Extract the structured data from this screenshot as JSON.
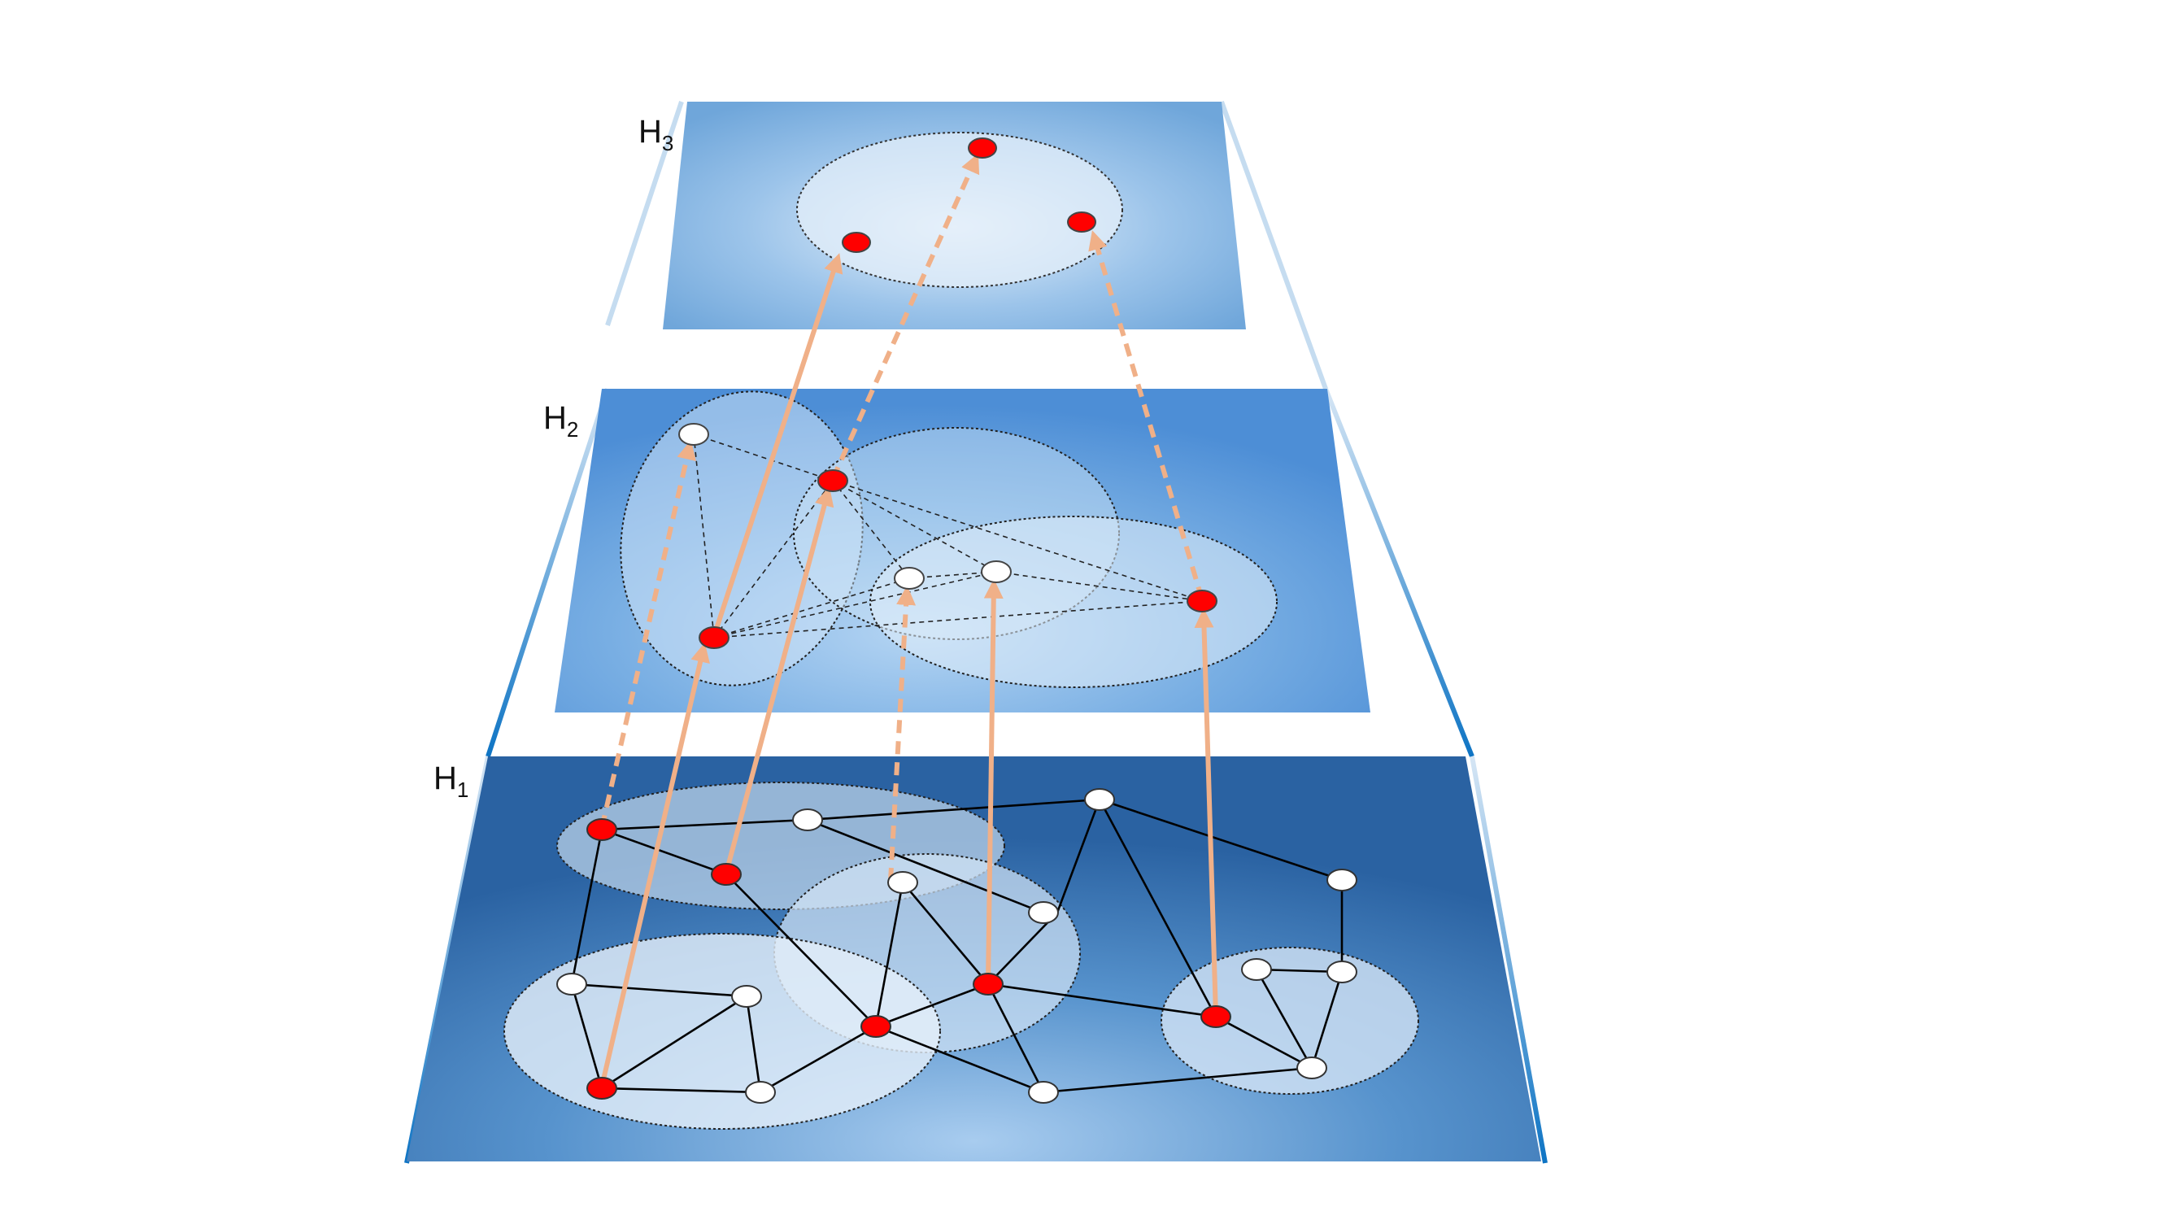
{
  "layers": [
    {
      "name": "H",
      "subscript": "3"
    },
    {
      "name": "H",
      "subscript": "2"
    },
    {
      "name": "H",
      "subscript": "1"
    }
  ],
  "colors": {
    "selected_node": "#ff0000",
    "plain_node": "#ffffff",
    "arrow": "#f0b088",
    "edge": "#000000",
    "plane_light": "#d8eaf8",
    "plane_mid": "#6aa5de",
    "plane_dark": "#2a66a8",
    "frame": "#0d78c8"
  }
}
